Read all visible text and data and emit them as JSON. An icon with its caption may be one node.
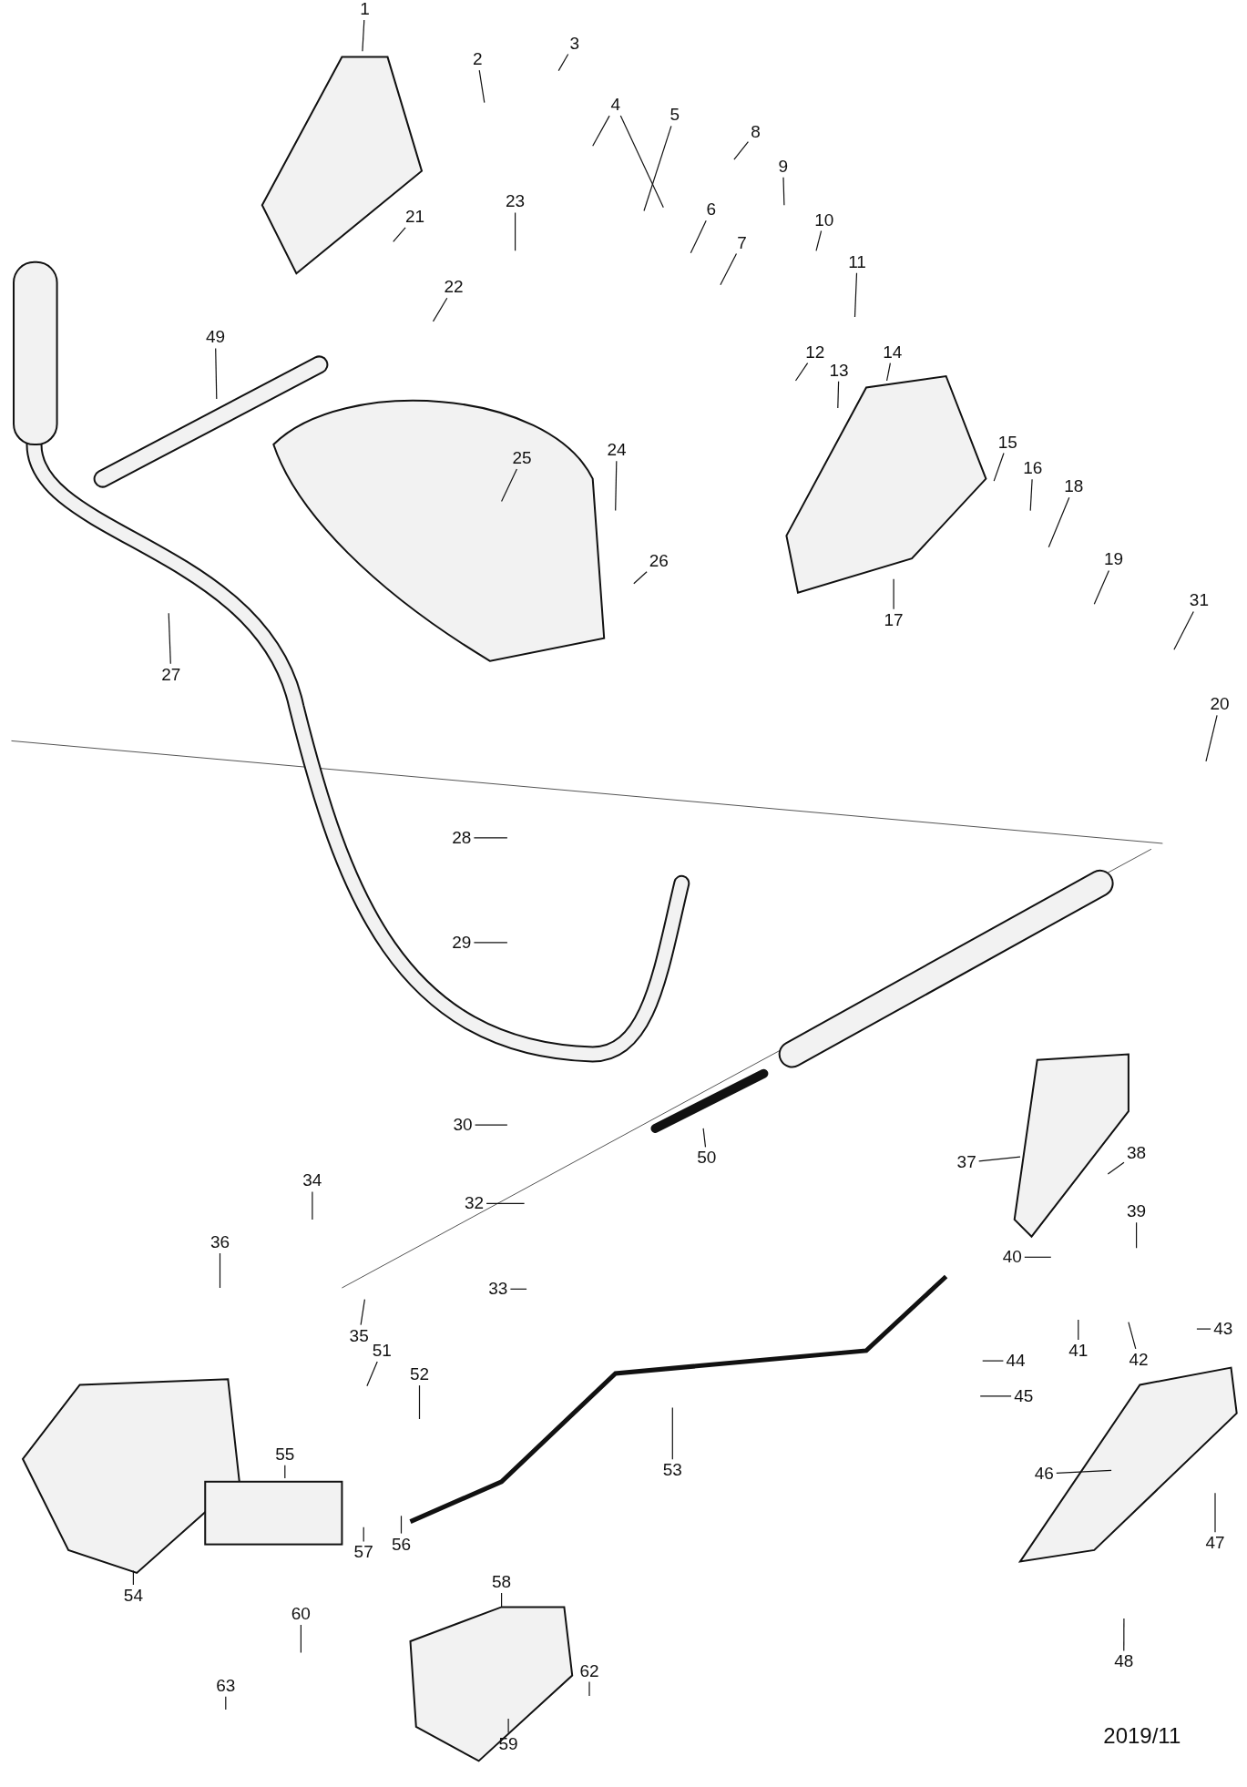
{
  "diagram": {
    "nodes": [
      {
        "text": [
          "1"
        ]
      },
      {
        "text": [
          "2"
        ]
      },
      {
        "text": [
          "3"
        ]
      },
      {
        "text": [
          "4"
        ]
      },
      {
        "text": [
          "5"
        ]
      },
      {
        "text": [
          "6"
        ]
      },
      {
        "text": [
          "7"
        ]
      },
      {
        "text": [
          "8"
        ]
      },
      {
        "text": [
          "9"
        ]
      },
      {
        "text": [
          "10"
        ]
      },
      {
        "text": [
          "11"
        ]
      },
      {
        "text": [
          "12"
        ]
      },
      {
        "text": [
          "13"
        ]
      },
      {
        "text": [
          "14"
        ]
      },
      {
        "text": [
          "15"
        ]
      },
      {
        "text": [
          "16"
        ]
      },
      {
        "text": [
          "17"
        ]
      },
      {
        "text": [
          "18"
        ]
      },
      {
        "text": [
          "19"
        ]
      },
      {
        "text": [
          "20"
        ]
      },
      {
        "text": [
          "21"
        ]
      },
      {
        "text": [
          "22"
        ]
      },
      {
        "text": [
          "23"
        ]
      },
      {
        "text": [
          "24"
        ]
      },
      {
        "text": [
          "25"
        ]
      },
      {
        "text": [
          "26"
        ]
      },
      {
        "text": [
          "27"
        ]
      },
      {
        "text": [
          "28"
        ]
      },
      {
        "text": [
          "29"
        ]
      },
      {
        "text": [
          "30"
        ]
      },
      {
        "text": [
          "31"
        ]
      },
      {
        "text": [
          "32"
        ]
      },
      {
        "text": [
          "33"
        ]
      },
      {
        "text": [
          "34"
        ]
      },
      {
        "text": [
          "35"
        ]
      },
      {
        "text": [
          "36"
        ]
      },
      {
        "text": [
          "37"
        ]
      },
      {
        "text": [
          "38"
        ]
      },
      {
        "text": [
          "39"
        ]
      },
      {
        "text": [
          "40"
        ]
      },
      {
        "text": [
          "41"
        ]
      },
      {
        "text": [
          "42"
        ]
      },
      {
        "text": [
          "43"
        ]
      },
      {
        "text": [
          "44"
        ]
      },
      {
        "text": [
          "45"
        ]
      },
      {
        "text": [
          "46"
        ]
      },
      {
        "text": [
          "47"
        ]
      },
      {
        "text": [
          "48"
        ]
      },
      {
        "text": [
          "49"
        ]
      },
      {
        "text": [
          "50"
        ]
      },
      {
        "text": [
          "51"
        ]
      },
      {
        "text": [
          "52"
        ]
      },
      {
        "text": [
          "53"
        ]
      },
      {
        "text": [
          "54"
        ]
      },
      {
        "text": [
          "55"
        ]
      },
      {
        "text": [
          "56"
        ]
      },
      {
        "text": [
          "57"
        ]
      },
      {
        "text": [
          "58"
        ]
      },
      {
        "text": [
          "59"
        ]
      },
      {
        "text": [
          "60"
        ]
      },
      {
        "text": [
          "62"
        ]
      },
      {
        "text": [
          "63"
        ]
      }
    ],
    "edges": [
      {
        "from": 0,
        "to": null,
        "arrow": "none"
      },
      {
        "from": 1,
        "to": null,
        "arrow": "none"
      },
      {
        "from": 2,
        "to": null,
        "arrow": "none"
      },
      {
        "from": 3,
        "to": null,
        "arrow": "none"
      },
      {
        "from": 3,
        "to": null,
        "arrow": "none"
      },
      {
        "from": 4,
        "to": null,
        "arrow": "none"
      },
      {
        "from": 5,
        "to": null,
        "arrow": "none"
      },
      {
        "from": 6,
        "to": null,
        "arrow": "none"
      },
      {
        "from": 7,
        "to": null,
        "arrow": "none"
      },
      {
        "from": 8,
        "to": null,
        "arrow": "none"
      },
      {
        "from": 9,
        "to": null,
        "arrow": "none"
      },
      {
        "from": 10,
        "to": null,
        "arrow": "none"
      },
      {
        "from": 11,
        "to": null,
        "arrow": "none"
      },
      {
        "from": 12,
        "to": null,
        "arrow": "none"
      },
      {
        "from": 13,
        "to": null,
        "arrow": "none"
      },
      {
        "from": 14,
        "to": null,
        "arrow": "none"
      },
      {
        "from": 15,
        "to": null,
        "arrow": "none"
      },
      {
        "from": 16,
        "to": null,
        "arrow": "none"
      },
      {
        "from": 17,
        "to": null,
        "arrow": "none"
      },
      {
        "from": 18,
        "to": null,
        "arrow": "none"
      },
      {
        "from": 19,
        "to": null,
        "arrow": "none"
      },
      {
        "from": 20,
        "to": null,
        "arrow": "none"
      },
      {
        "from": 21,
        "to": null,
        "arrow": "none"
      },
      {
        "from": 22,
        "to": null,
        "arrow": "none"
      },
      {
        "from": 23,
        "to": null,
        "arrow": "none"
      },
      {
        "from": 24,
        "to": null,
        "arrow": "none"
      },
      {
        "from": 25,
        "to": null,
        "arrow": "none"
      },
      {
        "from": 26,
        "to": null,
        "arrow": "none"
      },
      {
        "from": 27,
        "to": null,
        "arrow": "none"
      },
      {
        "from": 28,
        "to": null,
        "arrow": "none"
      },
      {
        "from": 29,
        "to": null,
        "arrow": "none"
      },
      {
        "from": 30,
        "to": null,
        "arrow": "none"
      },
      {
        "from": 31,
        "to": null,
        "arrow": "none"
      },
      {
        "from": 32,
        "to": null,
        "arrow": "none"
      },
      {
        "from": 33,
        "to": null,
        "arrow": "none"
      },
      {
        "from": 34,
        "to": null,
        "arrow": "none"
      },
      {
        "from": 35,
        "to": null,
        "arrow": "none"
      },
      {
        "from": 36,
        "to": null,
        "arrow": "none"
      },
      {
        "from": 37,
        "to": null,
        "arrow": "none"
      },
      {
        "from": 38,
        "to": null,
        "arrow": "none"
      },
      {
        "from": 39,
        "to": null,
        "arrow": "none"
      },
      {
        "from": 40,
        "to": null,
        "arrow": "none"
      },
      {
        "from": 41,
        "to": null,
        "arrow": "none"
      },
      {
        "from": 42,
        "to": null,
        "arrow": "none"
      },
      {
        "from": 43,
        "to": null,
        "arrow": "none"
      },
      {
        "from": 44,
        "to": null,
        "arrow": "none"
      },
      {
        "from": 45,
        "to": null,
        "arrow": "none"
      },
      {
        "from": 46,
        "to": null,
        "arrow": "none"
      },
      {
        "from": 47,
        "to": null,
        "arrow": "none"
      },
      {
        "from": 48,
        "to": null,
        "arrow": "none"
      },
      {
        "from": 49,
        "to": null,
        "arrow": "none"
      },
      {
        "from": 50,
        "to": null,
        "arrow": "none"
      },
      {
        "from": 51,
        "to": null,
        "arrow": "none"
      },
      {
        "from": 52,
        "to": null,
        "arrow": "none"
      },
      {
        "from": 53,
        "to": null,
        "arrow": "none"
      },
      {
        "from": 54,
        "to": null,
        "arrow": "none"
      },
      {
        "from": 55,
        "to": null,
        "arrow": "none"
      },
      {
        "from": 56,
        "to": null,
        "arrow": "none"
      },
      {
        "from": 57,
        "to": null,
        "arrow": "none"
      },
      {
        "from": 58,
        "to": null,
        "arrow": "none"
      },
      {
        "from": 59,
        "to": null,
        "arrow": "none"
      },
      {
        "from": 60,
        "to": null,
        "arrow": "none"
      },
      {
        "from": 61,
        "to": null,
        "arrow": "none"
      }
    ],
    "labels": [
      "2019/11"
    ]
  }
}
